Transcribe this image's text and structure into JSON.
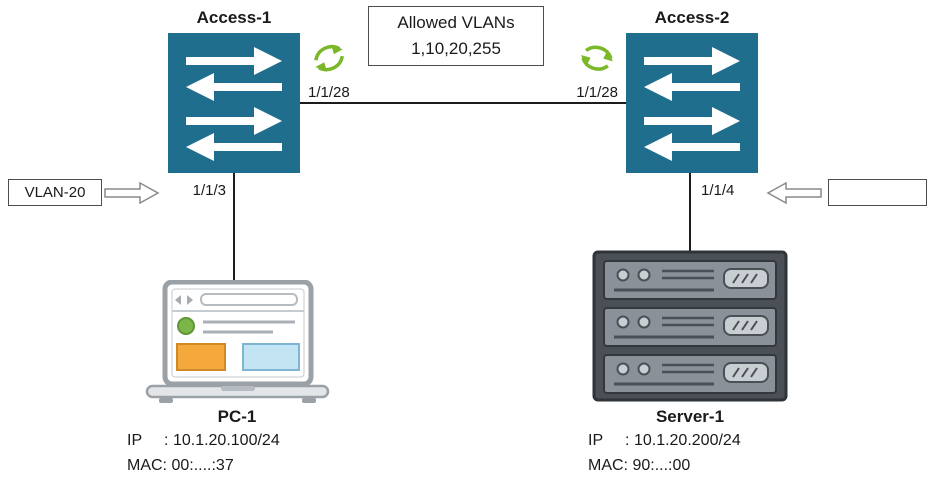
{
  "colors": {
    "switch_fill": "#1f6e8e",
    "sync_arrow_green": "#7ab829",
    "link_line": "#1c1c1c",
    "pc_orange_panel": "#f5a83c",
    "pc_blue_panel": "#c3e4f3",
    "pc_green_dot": "#7ab648",
    "server_frame": "#4a5056",
    "server_unit": "#8a9198"
  },
  "allowed_vlans_box": {
    "title": "Allowed VLANs",
    "vlans": "1,10,20,255"
  },
  "switch1": {
    "name": "Access-1",
    "trunk_port": "1/1/28",
    "edge_port": "1/1/3"
  },
  "switch2": {
    "name": "Access-2",
    "trunk_port": "1/1/28",
    "edge_port": "1/1/4"
  },
  "vlan_callout": {
    "label": "VLAN-20"
  },
  "blank_callout": {
    "label": ""
  },
  "pc": {
    "name": "PC-1",
    "ip_line": "IP     : 10.1.20.100/24",
    "mac_line": "MAC: 00:....:37"
  },
  "server": {
    "name": "Server-1",
    "ip_line": "IP     : 10.1.20.200/24",
    "mac_line": "MAC: 90:...:00"
  }
}
